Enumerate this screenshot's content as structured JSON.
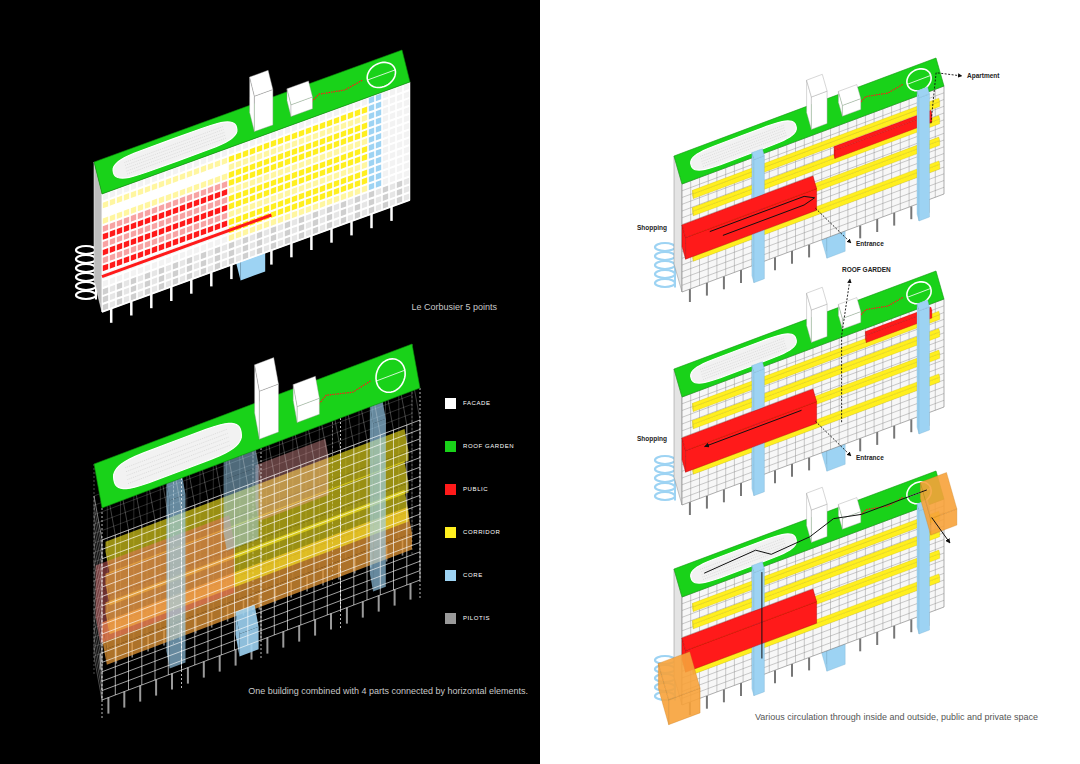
{
  "diagram": {
    "labels": [
      "Le Corbusier 5 points",
      "One building combined with 4 parts connected by horizontal elements.",
      "Apartment",
      "Shopping",
      "Entrance",
      "ROOF GARDEN",
      "Shopping",
      "Entrance",
      "Various circulation through inside and outside, public and private space"
    ],
    "legend": [
      {
        "text": "FACADE",
        "color": "#ffffff"
      },
      {
        "text": "ROOF GARDEN",
        "color": "#19d219"
      },
      {
        "text": "PUBLIC",
        "color": "#ff1a1a"
      },
      {
        "text": "CORRIDOR",
        "color": "#ffef1f"
      },
      {
        "text": "CORE",
        "color": "#9dd3f3"
      },
      {
        "text": "PILOTIS",
        "color": "#9a9a9a"
      }
    ]
  }
}
